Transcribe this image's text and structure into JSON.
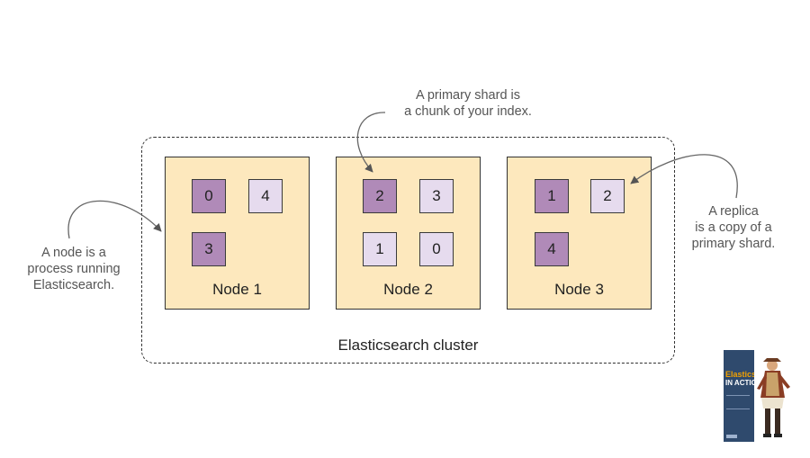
{
  "cluster": {
    "label": "Elasticsearch cluster"
  },
  "nodes": [
    {
      "label": "Node 1",
      "shards": [
        {
          "id": "0",
          "kind": "primary"
        },
        {
          "id": "4",
          "kind": "replica"
        },
        {
          "id": "3",
          "kind": "primary"
        }
      ]
    },
    {
      "label": "Node 2",
      "shards": [
        {
          "id": "2",
          "kind": "primary"
        },
        {
          "id": "3",
          "kind": "replica"
        },
        {
          "id": "1",
          "kind": "replica"
        },
        {
          "id": "0",
          "kind": "replica"
        }
      ]
    },
    {
      "label": "Node 3",
      "shards": [
        {
          "id": "1",
          "kind": "primary"
        },
        {
          "id": "2",
          "kind": "replica"
        },
        {
          "id": "4",
          "kind": "primary"
        }
      ]
    }
  ],
  "annotations": {
    "primary_shard": {
      "line1": "A primary shard is",
      "line2": "a chunk of your index."
    },
    "node": {
      "line1": "A node is a",
      "line2": "process running",
      "line3": "Elasticsearch."
    },
    "replica": {
      "line1": "A replica",
      "line2": "is a copy of a",
      "line3": "primary shard."
    }
  },
  "book": {
    "title_line1": "Elasticsearch",
    "title_line2": "IN ACTION"
  },
  "colors": {
    "node_fill": "#fde8bd",
    "primary_shard_fill": "#b08ab8",
    "replica_shard_fill": "#e6dbee",
    "annotation_text": "#555555",
    "book_cover": "#2f4a6d",
    "book_title": "#f2a100"
  }
}
